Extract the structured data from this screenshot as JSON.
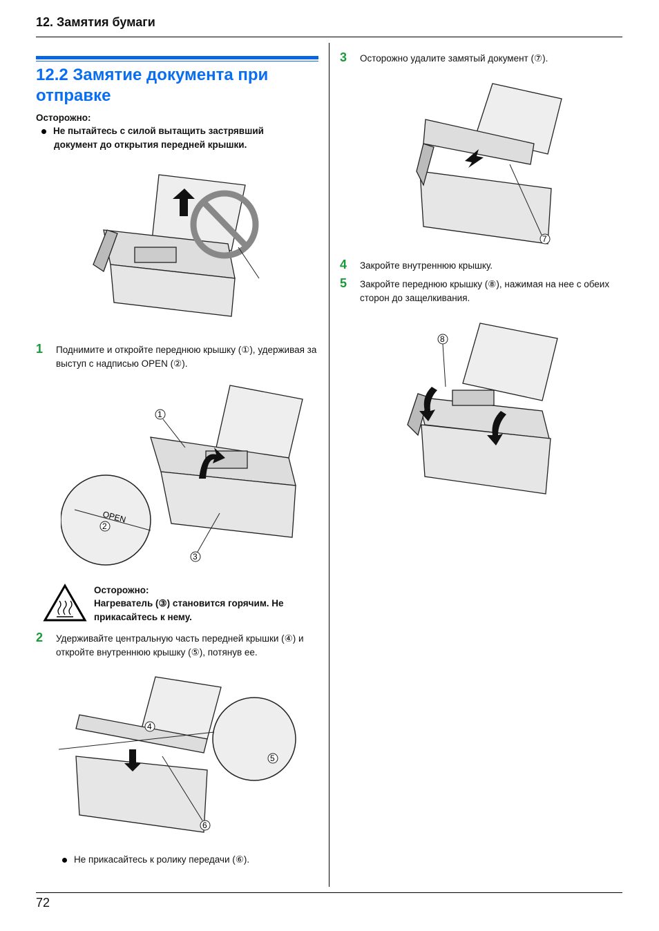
{
  "header": {
    "chapter": "12. Замятия бумаги"
  },
  "section": {
    "title": "12.2 Замятие документа при отправке"
  },
  "caution1": {
    "label": "Осторожно:",
    "bullet": "Не пытайтесь с силой вытащить застрявший документ до открытия передней крышки."
  },
  "steps": [
    {
      "num": "1",
      "text": "Поднимите и откройте переднюю крышку (①), удерживая за выступ с надписью OPEN (②)."
    },
    {
      "num": "2",
      "text": "Удерживайте центральную часть передней крышки (④) и откройте внутреннюю крышку (⑤), потянув ее."
    },
    {
      "num": "3",
      "text": "Осторожно удалите замятый документ (⑦)."
    },
    {
      "num": "4",
      "text": "Закройте внутреннюю крышку."
    },
    {
      "num": "5",
      "text": "Закройте переднюю крышку (⑧), нажимая на нее с обеих сторон до защелкивания."
    }
  ],
  "caution2": {
    "label": "Осторожно:",
    "text": "Нагреватель (③) становится горячим. Не прикасайтесь к нему."
  },
  "note": {
    "text": "Не прикасайтесь к ролику передачи (⑥)."
  },
  "callouts": {
    "c1": "1",
    "c2": "2",
    "c3": "3",
    "c4": "4",
    "c5": "5",
    "c6": "6",
    "c7": "7",
    "c8": "8",
    "open": "OPEN"
  },
  "footer": {
    "page": "72"
  }
}
